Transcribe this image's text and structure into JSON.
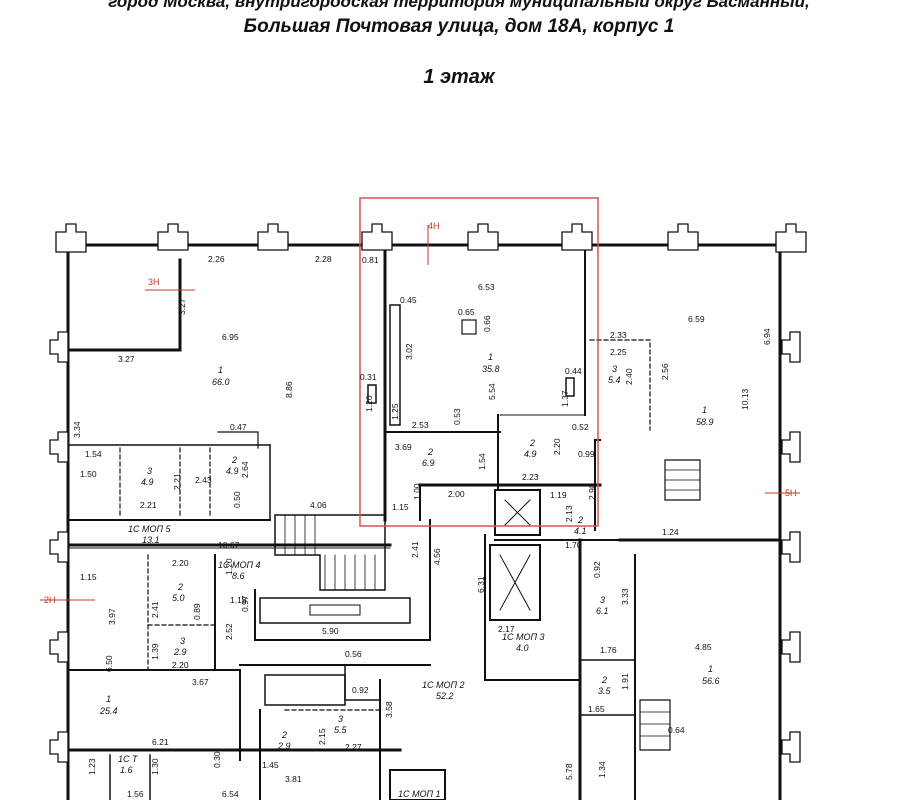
{
  "header": {
    "line1": "город Москва, внутригородская территория муниципальный округ Басманный,",
    "line2": "Большая Почтовая улица, дом 18А, корпус 1",
    "floor": "1 этаж"
  },
  "colors": {
    "wall": "#111111",
    "highlight": "#d9534f",
    "marker": "#c0392b"
  },
  "markers": {
    "m3n": "3Н",
    "m4n": "4Н",
    "m2n": "2Н",
    "m5n": "5Н"
  },
  "rooms": {
    "r1a": {
      "n": "1",
      "a": "66.0"
    },
    "r1b": {
      "n": "1",
      "a": "35.8"
    },
    "r1c": {
      "n": "1",
      "a": "58.9"
    },
    "r2a": {
      "n": "2",
      "a": "6.9"
    },
    "r2b": {
      "n": "2",
      "a": "4.9"
    },
    "r3a": {
      "n": "3",
      "a": "5.4"
    },
    "r3b": {
      "n": "3",
      "a": "4.9"
    },
    "r2c": {
      "n": "2",
      "a": "4.9"
    },
    "r2d": {
      "n": "2",
      "a": "4.1"
    },
    "r1cm5": {
      "n": "1С МОП 5",
      "a": "13.1"
    },
    "r1cm4": {
      "n": "1С МОП 4",
      "a": "8.6"
    },
    "r2e": {
      "n": "2",
      "a": "5.0"
    },
    "r3c": {
      "n": "3",
      "a": "2.9"
    },
    "r3d": {
      "n": "3",
      "a": "6.1"
    },
    "r1cm3": {
      "n": "1С МОП 3",
      "a": "4.0"
    },
    "r1cm2": {
      "n": "1С МОП 2",
      "a": "52.2"
    },
    "r1d": {
      "n": "1",
      "a": "56.6"
    },
    "r1e": {
      "n": "1",
      "a": "25.4"
    },
    "r2f": {
      "n": "2",
      "a": "3.5"
    },
    "r2g": {
      "n": "2",
      "a": "2.9"
    },
    "r3e": {
      "n": "3",
      "a": "5.5"
    },
    "r1ct": {
      "n": "1С Т",
      "a": "1.6"
    },
    "r1cm1": {
      "n": "1С МОП 1",
      "a": ""
    }
  },
  "dims": {
    "d01": "2.26",
    "d02": "2.28",
    "d03": "0.81",
    "d04": "3.27",
    "d05": "3.27",
    "d06": "6.95",
    "d07": "8.86",
    "d08": "0.47",
    "d09": "3.34",
    "d10": "1.54",
    "d11": "1.50",
    "d12": "2.21",
    "d13": "2.43",
    "d14": "2.21",
    "d15": "2.64",
    "d16": "0.50",
    "d17": "4.06",
    "d18": "6.53",
    "d19": "0.45",
    "d20": "0.65",
    "d21": "0.66",
    "d22": "3.02",
    "d23": "0.31",
    "d24": "1.20",
    "d25": "1.25",
    "d26": "2.53",
    "d27": "0.53",
    "d28": "5.54",
    "d29": "1.37",
    "d30": "0.44",
    "d31": "3.69",
    "d32": "1.54",
    "d33": "2.20",
    "d34": "0.52",
    "d35": "0.99",
    "d36": "2.23",
    "d37": "1.00",
    "d38": "2.00",
    "d39": "1.15",
    "d40": "1.19",
    "d41": "2.13",
    "d42": "2.98",
    "d43": "2.33",
    "d44": "2.25",
    "d45": "2.40",
    "d46": "2.56",
    "d47": "6.59",
    "d48": "6.94",
    "d49": "10.13",
    "d50": "1.24",
    "d51": "1.70",
    "d52": "10.67",
    "d53": "2.20",
    "d54": "1.15",
    "d55": "3.97",
    "d56": "2.41",
    "d57": "0.89",
    "d58": "1.20",
    "d59": "0.97",
    "d60": "1.18",
    "d61": "2.52",
    "d62": "2.41",
    "d63": "4.56",
    "d64": "6.31",
    "d65": "0.92",
    "d66": "3.33",
    "d67": "5.90",
    "d68": "2.17",
    "d69": "1.39",
    "d70": "2.20",
    "d71": "1.76",
    "d72": "6.50",
    "d73": "3.67",
    "d74": "0.56",
    "d75": "0.92",
    "d76": "4.85",
    "d77": "1.91",
    "d78": "1.65",
    "d79": "0.64",
    "d80": "3.58",
    "d81": "6.21",
    "d82": "2.15",
    "d83": "2.27",
    "d84": "1.23",
    "d85": "1.30",
    "d86": "0.30",
    "d87": "1.45",
    "d88": "3.81",
    "d89": "5.78",
    "d90": "1.34",
    "d91": "1.56",
    "d92": "6.54"
  }
}
